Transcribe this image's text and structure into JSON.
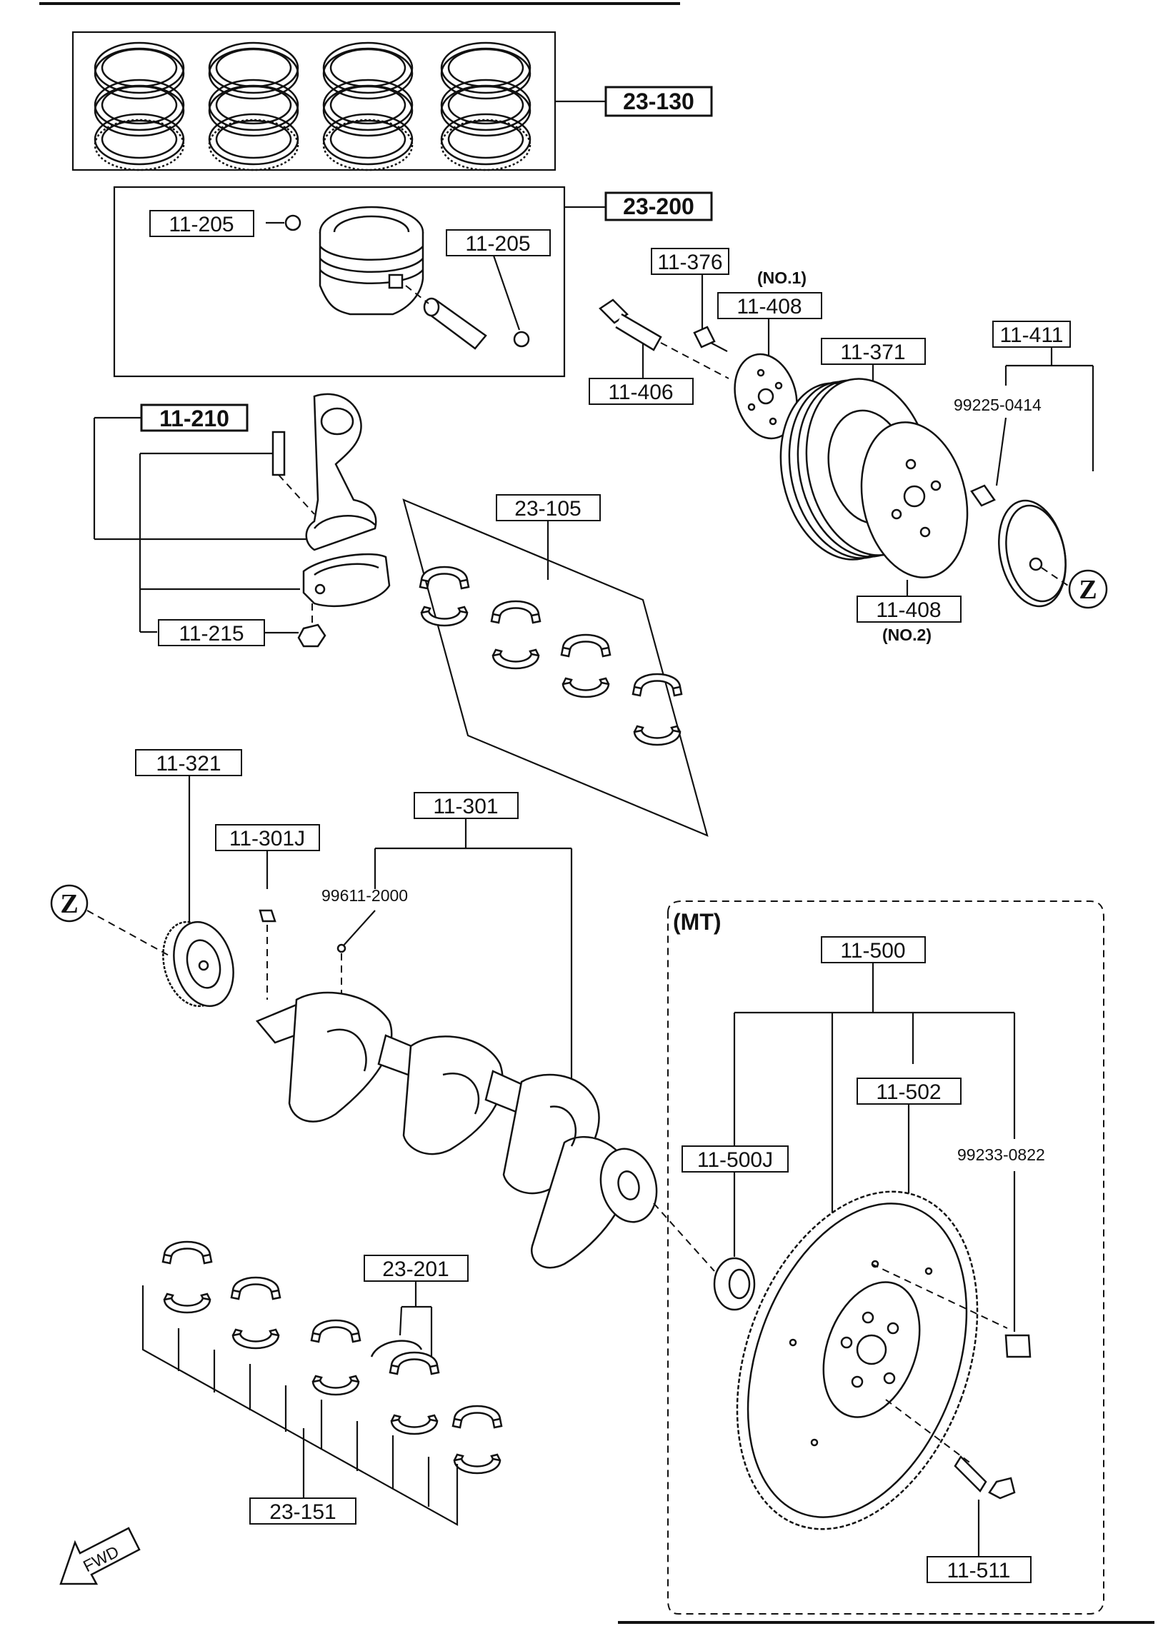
{
  "labels": {
    "piston_ring_set": "23-130",
    "piston_assy": "23-200",
    "snap_ring_left": "11-205",
    "snap_ring_right": "11-205",
    "pulley_lock_bolt": "11-376",
    "plate_no1_label": "11-408",
    "plate_no1_note": "(NO.1)",
    "pulley_bolt": "11-406",
    "crank_pulley": "11-371",
    "pulley_boss": "11-411",
    "pulley_boss_pin": "99225-0414",
    "plate_no2_label": "11-408",
    "plate_no2_note": "(NO.2)",
    "con_rod": "11-210",
    "con_rod_nut": "11-215",
    "rod_bearing_set": "23-105",
    "timing_pulley": "11-321",
    "crank_key": "11-301J",
    "crankshaft": "11-301",
    "crank_plug": "99611-2000",
    "mt_note": "(MT)",
    "flywheel_assy": "11-500",
    "ring_gear": "11-502",
    "pilot_bearing": "11-500J",
    "flywheel_dowel": "99233-0822",
    "flywheel_bolt": "11-511",
    "main_bearing_set": "23-151",
    "thrust_bearing": "23-201",
    "ref_marker_right": "Z",
    "ref_marker_left": "Z",
    "fwd_arrow": "FWD"
  }
}
